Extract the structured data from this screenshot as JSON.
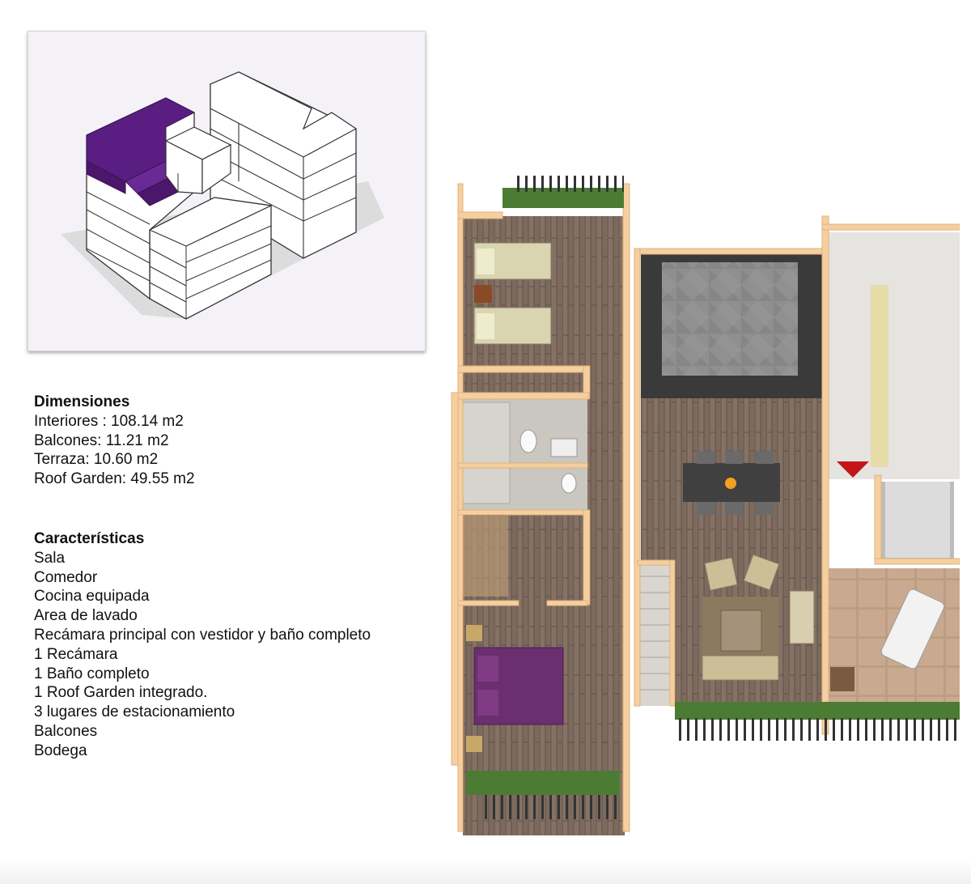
{
  "dimensions": {
    "heading": "Dimensiones",
    "items": [
      "Interiores : 108.14 m2",
      "Balcones: 11.21 m2",
      "Terraza: 10.60 m2",
      "Roof Garden: 49.55 m2"
    ]
  },
  "features": {
    "heading": "Características",
    "items": [
      "Sala",
      "Comedor",
      "Cocina equipada",
      "Area de lavado",
      "Recámara principal con vestidor y baño completo",
      "1 Recámara",
      "1 Baño completo",
      "1 Roof Garden integrado.",
      "3 lugares de estacionamiento",
      "Balcones",
      "Bodega"
    ]
  },
  "colors": {
    "highlight_unit": "#5a1e82",
    "wall": "#f6cfa0",
    "wood_floor": "#7d6a5e",
    "tile_floor": "#8c8c8c",
    "plant": "#4c7c33"
  }
}
